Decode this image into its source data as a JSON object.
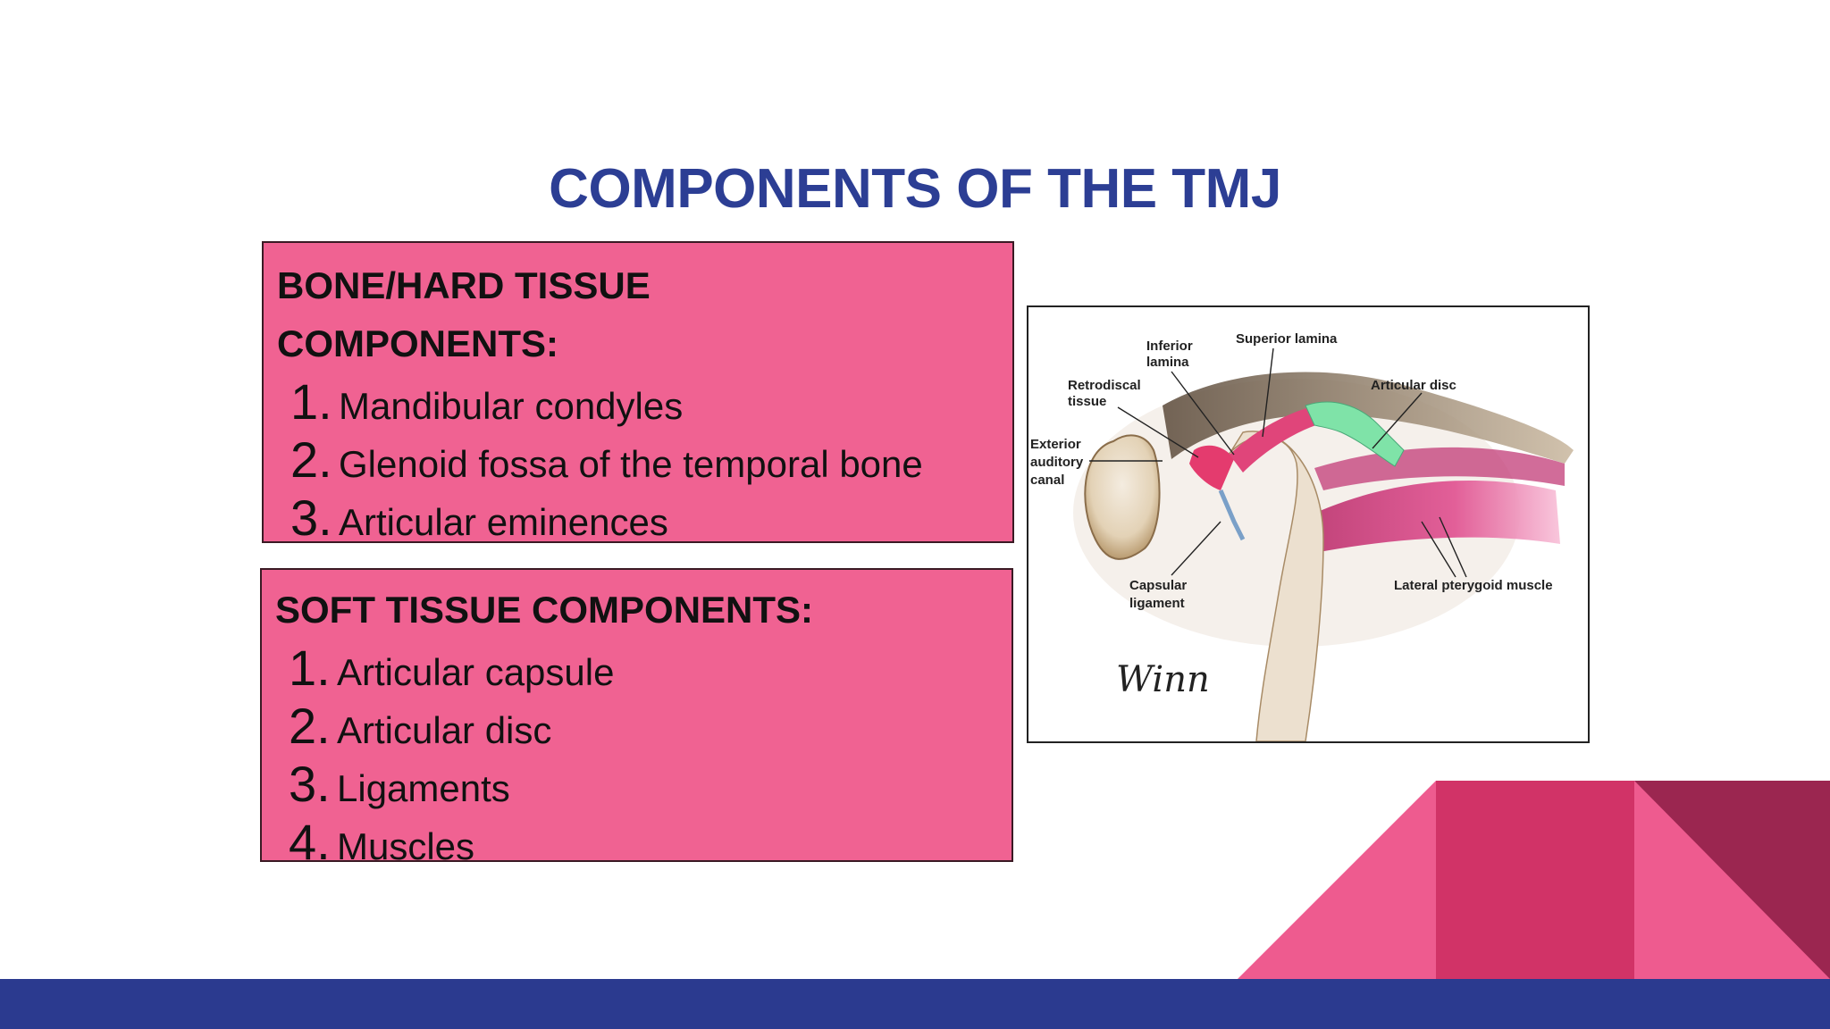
{
  "slide": {
    "title": "COMPONENTS OF THE TMJ"
  },
  "hard_tissue": {
    "heading_line1": "BONE/HARD TISSUE",
    "heading_line2": "COMPONENTS:",
    "items": [
      {
        "num": "1.",
        "label": "Mandibular condyles"
      },
      {
        "num": "2.",
        "label": "Glenoid fossa of the temporal bone"
      },
      {
        "num": "3.",
        "label": "Articular eminences"
      }
    ]
  },
  "soft_tissue": {
    "heading": "SOFT TISSUE COMPONENTS:",
    "items": [
      {
        "num": "1.",
        "label": "Articular capsule"
      },
      {
        "num": "2.",
        "label": "Articular disc"
      },
      {
        "num": "3.",
        "label": "Ligaments"
      },
      {
        "num": "4.",
        "label": "Muscles"
      }
    ]
  },
  "figure": {
    "labels": {
      "inferior_lamina_1": "Inferior",
      "inferior_lamina_2": "lamina",
      "superior_lamina": "Superior lamina",
      "retrodiscal_1": "Retrodiscal",
      "retrodiscal_2": "tissue",
      "articular_disc": "Articular disc",
      "exterior_1": "Exterior",
      "exterior_2": "auditory",
      "exterior_3": "canal",
      "capsular_1": "Capsular",
      "capsular_2": "ligament",
      "lateral_pterygoid": "Lateral pterygoid muscle"
    },
    "signature": "Winn"
  },
  "colors": {
    "title": "#2c3e94",
    "box_fill": "#f06292",
    "footer": "#2b3a8f",
    "deco_light": "#ee5b8f",
    "deco_mid": "#d13367",
    "deco_dark": "#9b2650",
    "disc_green": "#7fe3a8"
  }
}
